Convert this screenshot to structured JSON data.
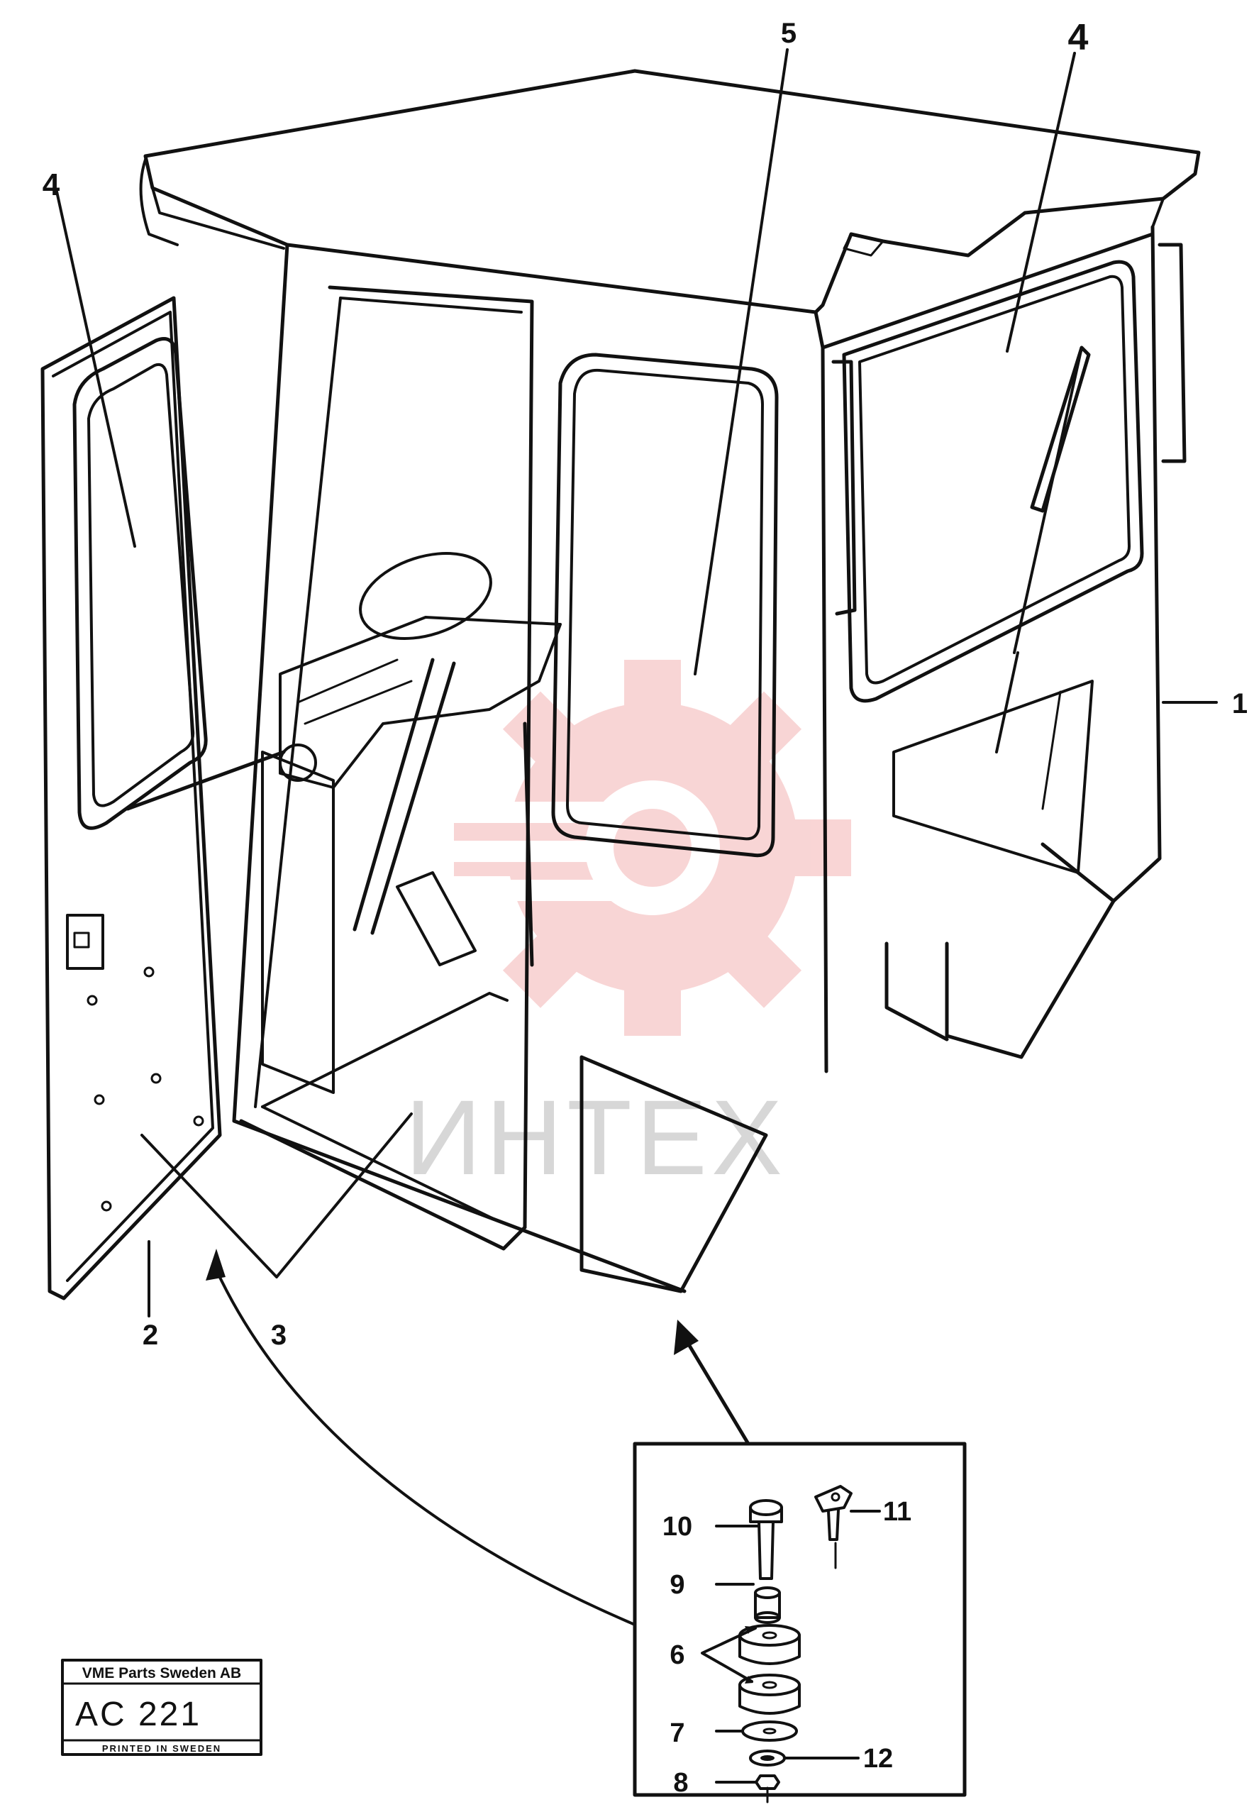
{
  "callouts": {
    "c1": "1",
    "c2": "2",
    "c3": "3",
    "c4_left": "4",
    "c4_right": "4",
    "c5": "5",
    "c6": "6",
    "c7": "7",
    "c8": "8",
    "c9": "9",
    "c10": "10",
    "c11": "11",
    "c12": "12"
  },
  "stamp": {
    "company": "VME Parts Sweden AB",
    "code": "AC 221",
    "footer": "PRINTED IN SWEDEN"
  },
  "watermark": {
    "text": "ИНТЕХ",
    "color": "#f4b3b3"
  }
}
